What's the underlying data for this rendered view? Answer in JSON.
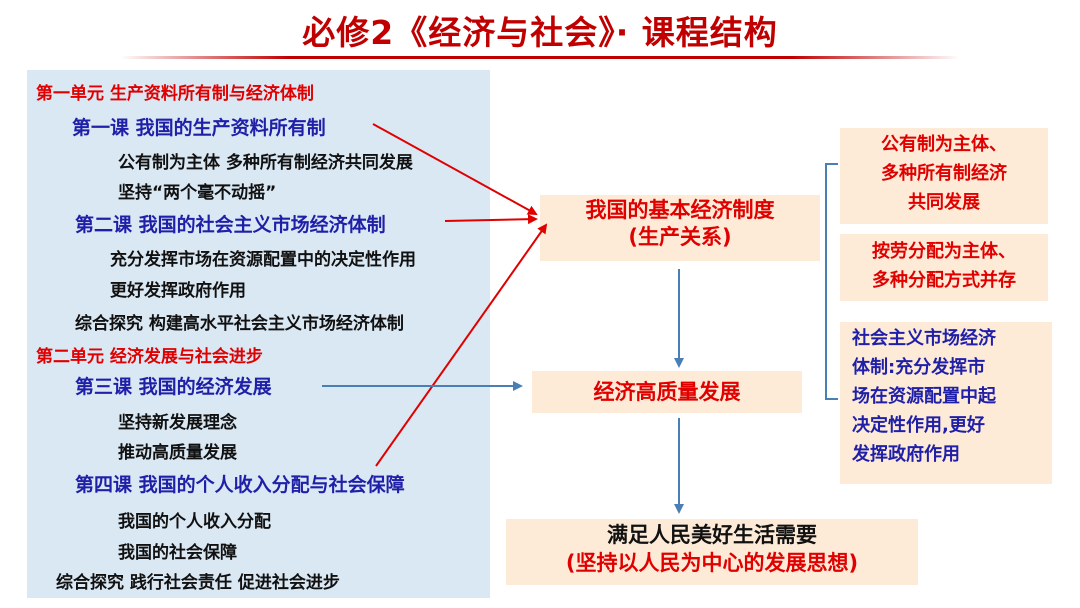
{
  "title": "必修2《经济与社会》· 课程结构",
  "outline": {
    "unit1": "第一单元 生产资料所有制与经济体制",
    "lesson1": "第一课 我国的生产资料所有制",
    "lesson1_items": [
      "公有制为主体 多种所有制经济共同发展",
      "坚持“两个毫不动摇”"
    ],
    "lesson2": "第二课 我国的社会主义市场经济体制",
    "lesson2_items": [
      "充分发挥市场在资源配置中的决定性作用",
      "更好发挥政府作用"
    ],
    "inquiry1": "综合探究 构建高水平社会主义市场经济体制",
    "unit2": "第二单元 经济发展与社会进步",
    "lesson3": "第三课 我国的经济发展",
    "lesson3_items": [
      "坚持新发展理念",
      "推动高质量发展"
    ],
    "lesson4": "第四课 我国的个人收入分配与社会保障",
    "lesson4_items": [
      "我国的个人收入分配",
      "我国的社会保障"
    ],
    "inquiry2": "综合探究 践行社会责任 促进社会进步"
  },
  "center": {
    "basic_system_line1": "我国的基本经济制度",
    "basic_system_line2": "(生产关系)",
    "high_quality": "经济高质量发展",
    "goal_line1": "满足人民美好生活需要",
    "goal_line2": "(坚持以人民为中心的发展思想)"
  },
  "right": {
    "box1": [
      "公有制为主体、",
      "多种所有制经济",
      "共同发展"
    ],
    "box2": [
      "按劳分配为主体、",
      "多种分配方式并存"
    ],
    "box3": [
      "社会主义市场经济",
      "体制:充分发挥市",
      "场在资源配置中起",
      "决定性作用,更好",
      "发挥政府作用"
    ]
  },
  "colors": {
    "title": "#c00000",
    "unit": "#e00000",
    "lesson": "#1f1fa8",
    "red_arrow": "#e00000",
    "blue_arrow": "#4a7fb5",
    "panel": "#dae8f4",
    "box": "#fdebd8"
  }
}
